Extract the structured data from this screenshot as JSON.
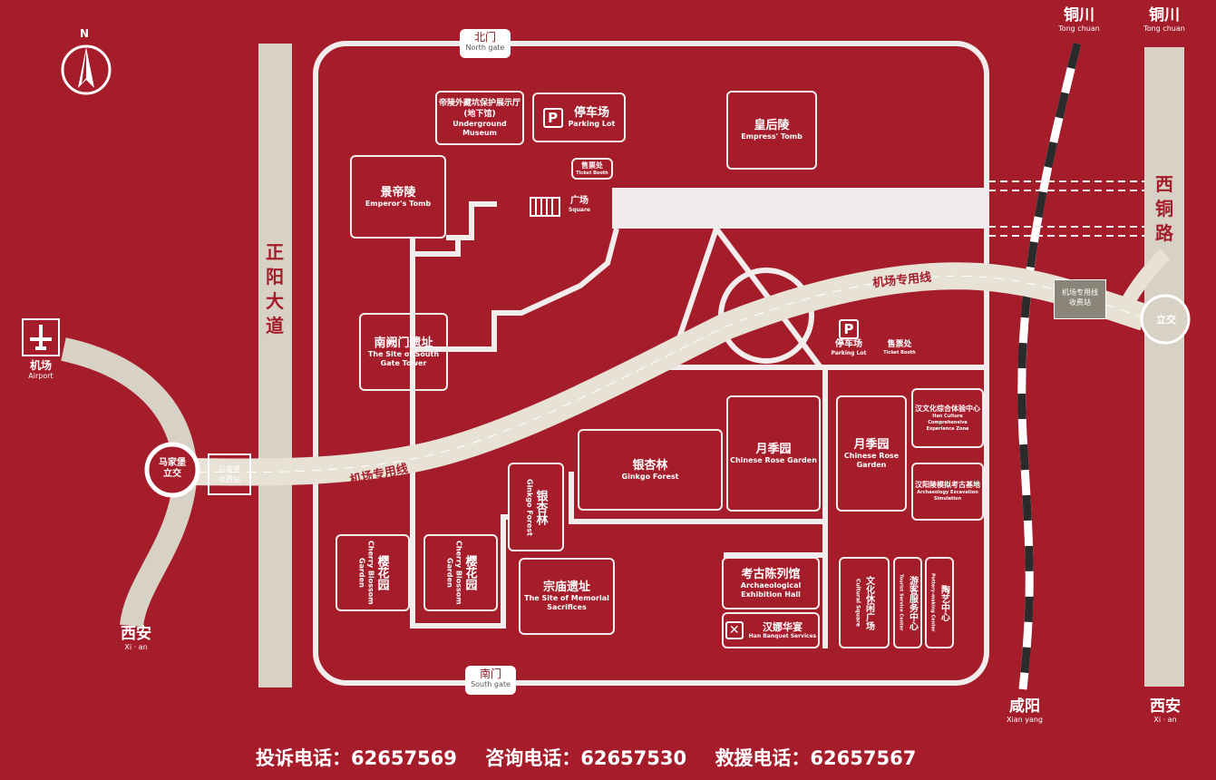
{
  "map": {
    "compass": {
      "label": "N"
    },
    "gates": {
      "north": {
        "zh": "北门",
        "en": "North gate"
      },
      "south": {
        "zh": "南门",
        "en": "South gate"
      }
    },
    "roads": {
      "zhengyang": "正阳大道",
      "xitong": "西铜路",
      "airport_line_west": "机场专用线",
      "airport_line_east": "机场专用线"
    },
    "places": {
      "airport": {
        "zh": "机场",
        "en": "Airport"
      },
      "xian": {
        "zh": "西安",
        "en": "Xi · an"
      },
      "xian_east": {
        "zh": "西安",
        "en": "Xi · an"
      },
      "tongchuan_left": {
        "zh": "铜川",
        "en": "Tong chuan"
      },
      "tongchuan_right": {
        "zh": "铜川",
        "en": "Tong chuan"
      },
      "xianyang": {
        "zh": "咸阳",
        "en": "Xian yang"
      },
      "majiabao": {
        "zh": "马家堡\n立交"
      },
      "lijiao": {
        "zh": "立交"
      },
      "toll_right": {
        "zh": "机场专用线\n收费站"
      },
      "toll_left": {
        "zh": "马家堡\n收费站"
      }
    },
    "zones": {
      "underground_museum": {
        "zh": "帝陵外藏坑保护展示厅",
        "zh2": "(地下馆)",
        "en": "Underground Museum"
      },
      "parking_north": {
        "zh": "停车场",
        "en": "Parking Lot",
        "icon": "P"
      },
      "empress_tomb": {
        "zh": "皇后陵",
        "en": "Empress' Tomb"
      },
      "emperor_tomb": {
        "zh": "景帝陵",
        "en": "Emperor's Tomb"
      },
      "square": {
        "zh": "广场",
        "en": "Square"
      },
      "ticket_north": {
        "zh": "售票处",
        "en": "Ticket Booth"
      },
      "south_gate_tower": {
        "zh": "南阙门遗址",
        "en": "The Site of South Gate Tower"
      },
      "parking_east": {
        "zh": "停车场",
        "en": "Parking Lot",
        "icon": "P"
      },
      "ticket_east": {
        "zh": "售票处",
        "en": "Ticket Booth"
      },
      "han_culture": {
        "zh": "汉文化综合体验中心",
        "en": "Han Culture Comprehensive Experience Zone"
      },
      "archaeology_sim": {
        "zh": "汉阳陵模拟考古基地",
        "en": "Archaeology Excavation Simulation"
      },
      "ginkgo_forest": {
        "zh": "银杏林",
        "en": "Ginkgo Forest"
      },
      "ginkgo_vertical": {
        "zh": "银杏林",
        "en": "Ginkgo Forest"
      },
      "rose_garden_1": {
        "zh": "月季园",
        "en": "Chinese Rose Garden"
      },
      "rose_garden_2": {
        "zh": "月季园",
        "en": "Chinese Rose Garden"
      },
      "cherry_1": {
        "zh": "樱花园",
        "en": "Cherry Blossom Garden"
      },
      "cherry_2": {
        "zh": "樱花园",
        "en": "Cherry Blossom Garden"
      },
      "memorial": {
        "zh": "宗庙遗址",
        "en": "The Site of Memorial Sacrifices"
      },
      "exhibition_hall": {
        "zh": "考古陈列馆",
        "en": "Archaeological Exhibition Hall"
      },
      "banquet": {
        "zh": "汉娜华宴",
        "en": "Han Banquet Services"
      },
      "cultural_square": {
        "zh": "文化休闲广场",
        "en": "Cultural Square"
      },
      "tourist_center": {
        "zh": "游客服务中心",
        "en": "Tourist Service Center"
      },
      "pottery": {
        "zh": "陶艺中心",
        "en": "Pottery-making Center"
      }
    },
    "hotlines": {
      "complaint": "投诉电话：62657569",
      "inquiry": "咨询电话：62657530",
      "rescue": "救援电话：62657567"
    }
  },
  "colors": {
    "background": "#a51c2a",
    "line": "#f2ecec",
    "road": "#d8d2c6",
    "rail_dark": "#2b2b2b"
  }
}
